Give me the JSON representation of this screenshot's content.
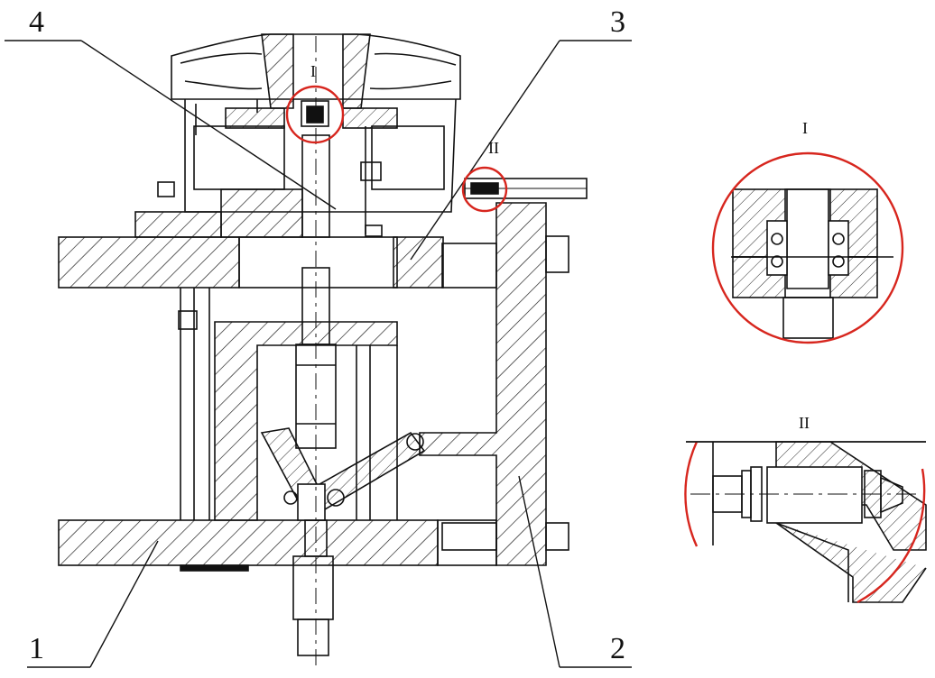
{
  "callouts": {
    "part1": "1",
    "part2": "2",
    "part3": "3",
    "part4": "4"
  },
  "details": {
    "detail_I_marker": "I",
    "detail_II_marker": "II",
    "detail_I_title": "I",
    "detail_II_title": "II"
  },
  "colors": {
    "line": "#111111",
    "hatch": "#111111",
    "highlight_circle": "#d7261e",
    "background": "#ffffff"
  }
}
